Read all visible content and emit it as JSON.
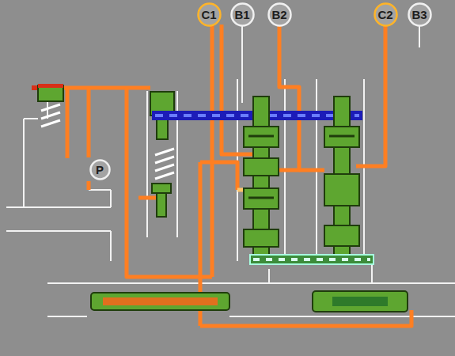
{
  "diagram": {
    "nodes": [
      {
        "text": [
          "C1"
        ]
      },
      {
        "text": [
          "B1"
        ]
      },
      {
        "text": [
          "B2"
        ]
      },
      {
        "text": [
          "C2"
        ]
      },
      {
        "text": [
          "B3"
        ]
      },
      {
        "text": [
          "P"
        ]
      }
    ]
  }
}
